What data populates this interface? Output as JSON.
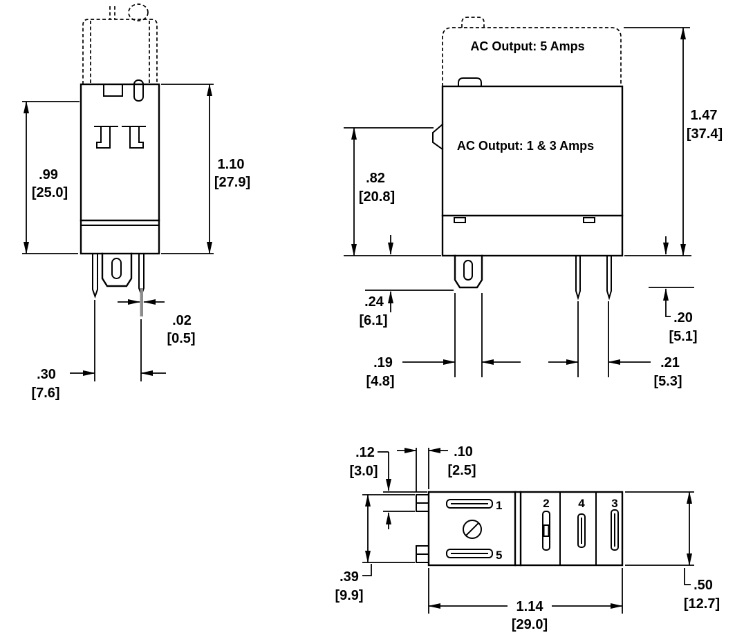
{
  "colors": {
    "pin_highlight": "#8c8c8c",
    "line": "#000000"
  },
  "front_view": {
    "dims": {
      "body_height": {
        "in": ".99",
        "mm": "[25.0]"
      },
      "overall_height": {
        "in": "1.10",
        "mm": "[27.9]"
      },
      "pin_thickness": {
        "in": ".02",
        "mm": "[0.5]"
      },
      "pin_spacing": {
        "in": ".30",
        "mm": "[7.6]"
      }
    }
  },
  "side_view": {
    "labels": {
      "ac_output_5": "AC Output: 5 Amps",
      "ac_output_1_3": "AC Output: 1 & 3 Amps"
    },
    "dims": {
      "body_height": {
        "in": ".82",
        "mm": "[20.8]"
      },
      "overall_height": {
        "in": "1.47",
        "mm": "[37.4]"
      },
      "pin_length": {
        "in": ".24",
        "mm": "[6.1]"
      },
      "blade_width": {
        "in": ".19",
        "mm": "[4.8]"
      },
      "pin_edge_offset": {
        "in": ".20",
        "mm": "[5.1]"
      },
      "pin_gap": {
        "in": ".21",
        "mm": "[5.3]"
      }
    }
  },
  "bottom_view": {
    "dims": {
      "tab_offset": {
        "in": ".12",
        "mm": "[3.0]"
      },
      "tab_width": {
        "in": ".10",
        "mm": "[2.5]"
      },
      "tab_span": {
        "in": ".39",
        "mm": "[9.9]"
      },
      "body_width": {
        "in": "1.14",
        "mm": "[29.0]"
      },
      "body_depth": {
        "in": ".50",
        "mm": "[12.7]"
      }
    },
    "pin_labels": {
      "p1": "1",
      "p5": "5",
      "p2": "2",
      "p4": "4",
      "p3": "3"
    }
  }
}
